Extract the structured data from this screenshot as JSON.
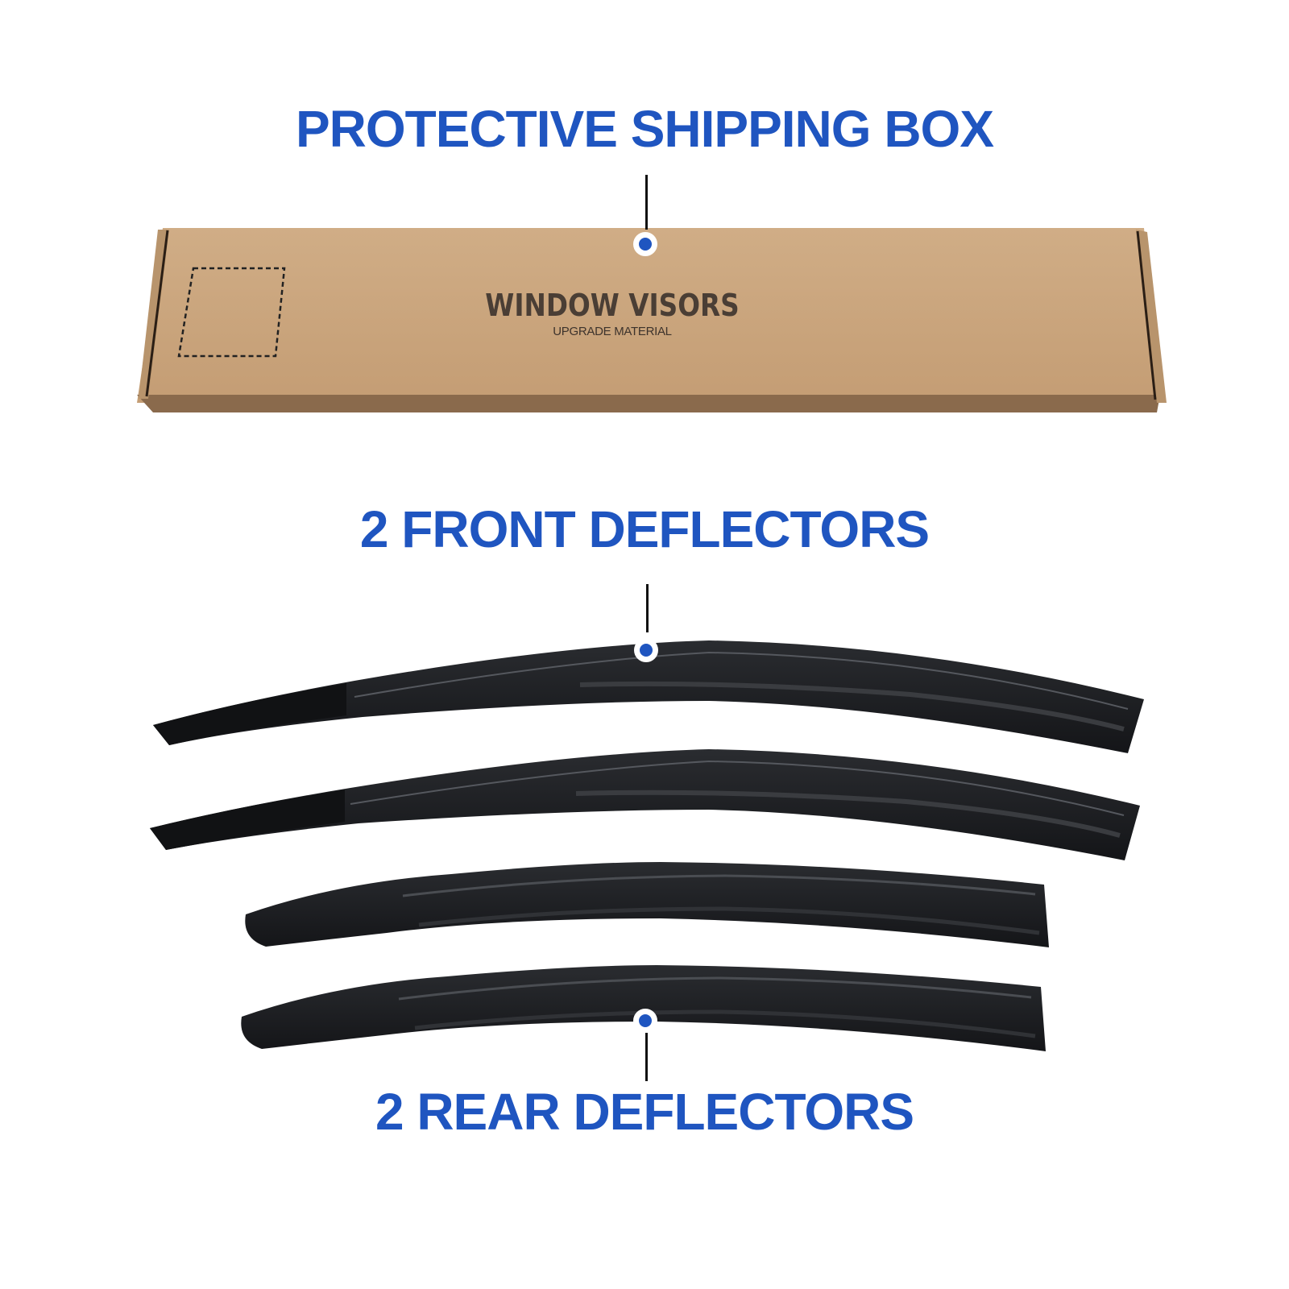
{
  "labels": {
    "box": "PROTECTIVE SHIPPING BOX",
    "front": "2 FRONT DEFLECTORS",
    "rear": "2 REAR DEFLECTORS"
  },
  "box_print": {
    "title": "WINDOW VISORS",
    "subtitle": "UPGRADE MATERIAL"
  },
  "items": [
    {
      "name": "shipping-box",
      "count": 1
    },
    {
      "name": "front-deflector",
      "count": 2
    },
    {
      "name": "rear-deflector",
      "count": 2
    }
  ],
  "colors": {
    "accent": "#1f55c0",
    "cardboard": "#c9a47c",
    "deflector": "#1c1d20",
    "background": "#ffffff"
  }
}
